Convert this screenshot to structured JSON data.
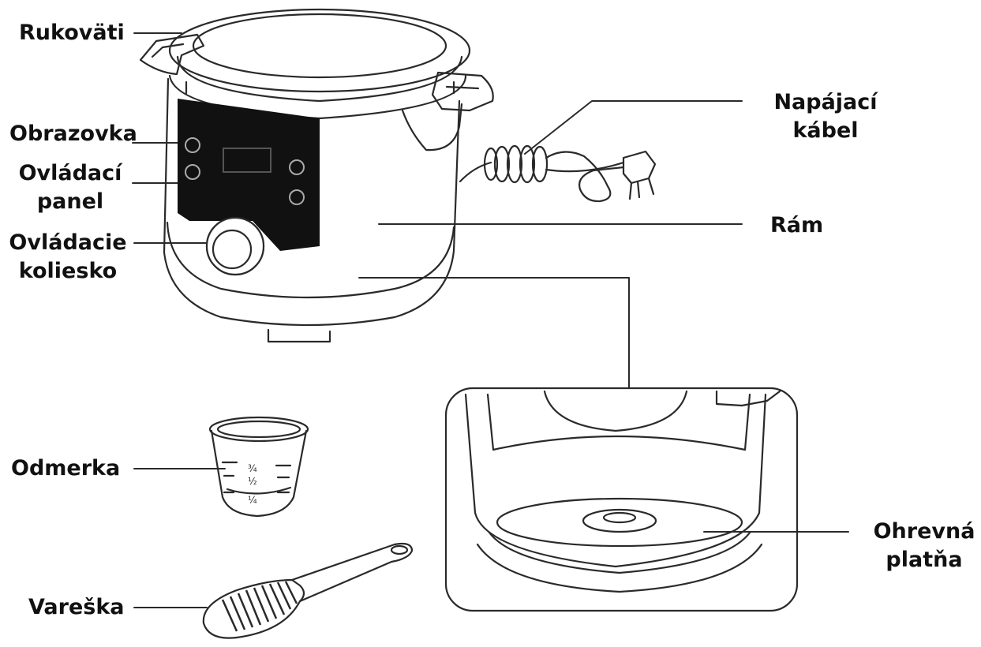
{
  "labels": {
    "handles": "Rukoväti",
    "display": "Obrazovka",
    "control_panel": [
      "Ovládací",
      "panel"
    ],
    "control_knob": [
      "Ovládacie",
      "koliesko"
    ],
    "power_cable": [
      "Napájací",
      "kábel"
    ],
    "frame": "Rám",
    "measuring_cup": "Odmerka",
    "cup_marks": [
      "¾",
      "½",
      "¼"
    ],
    "spatula": "Vareška",
    "heating_plate": [
      "Ohrevná",
      "platňa"
    ]
  },
  "colors": {
    "text": "#111111",
    "line": "#2a2a2a",
    "panel": "#111111"
  }
}
